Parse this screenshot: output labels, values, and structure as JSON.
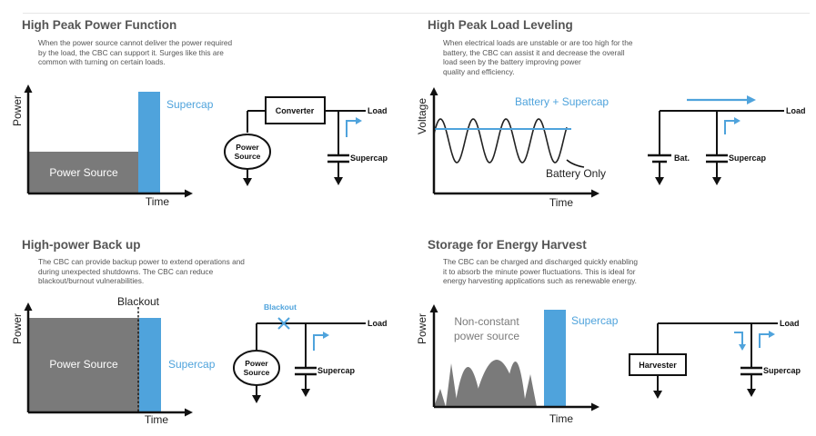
{
  "colors": {
    "supercap": "#4fa3dc",
    "power_source": "#7a7a7a",
    "line": "#111111",
    "title": "#555555"
  },
  "panels": {
    "high_peak_power": {
      "title": "High Peak Power Function",
      "description": [
        "When the power source cannot deliver the power required",
        "by the load, the CBC can support it. Surges like this are",
        "common with turning on certain loads."
      ],
      "chart": {
        "y_label": "Power",
        "x_label": "Time",
        "area_label": "Power Source",
        "bar_label": "Supercap"
      },
      "circuit": {
        "converter": "Converter",
        "load": "Load",
        "source_line1": "Power",
        "source_line2": "Source",
        "supercap": "Supercap"
      }
    },
    "load_leveling": {
      "title": "High Peak Load Leveling",
      "description": [
        "When electrical loads are unstable or are too high for the",
        "battery, the CBC can assist it and decrease the overall",
        "load seen by the battery improving power",
        "quality and efficiency."
      ],
      "chart": {
        "y_label": "Voltage",
        "x_label": "Time",
        "combined_label": "Battery + Supercap",
        "battery_label": "Battery Only"
      },
      "circuit": {
        "load": "Load",
        "battery": "Bat.",
        "supercap": "Supercap"
      }
    },
    "backup": {
      "title": "High-power Back up",
      "description": [
        "The CBC can provide backup power to extend operations and",
        "during unexpected shutdowns. The CBC can reduce",
        "blackout/burnout vulnerabilities."
      ],
      "chart": {
        "y_label": "Power",
        "x_label": "Time",
        "event_label": "Blackout",
        "area_label": "Power Source",
        "bar_label": "Supercap"
      },
      "circuit": {
        "blackout": "Blackout",
        "load": "Load",
        "source_line1": "Power",
        "source_line2": "Source",
        "supercap": "Supercap"
      }
    },
    "harvest": {
      "title": "Storage for Energy Harvest",
      "description": [
        "The CBC can be charged and discharged quickly enabling",
        "it to absorb the minute power fluctuations. This is ideal for",
        "energy harvesting applications such as renewable energy."
      ],
      "chart": {
        "y_label": "Power",
        "x_label": "Time",
        "source_line1": "Non-constant",
        "source_line2": "power source",
        "bar_label": "Supercap"
      },
      "circuit": {
        "load": "Load",
        "harvester": "Harvester",
        "supercap": "Supercap"
      }
    }
  }
}
